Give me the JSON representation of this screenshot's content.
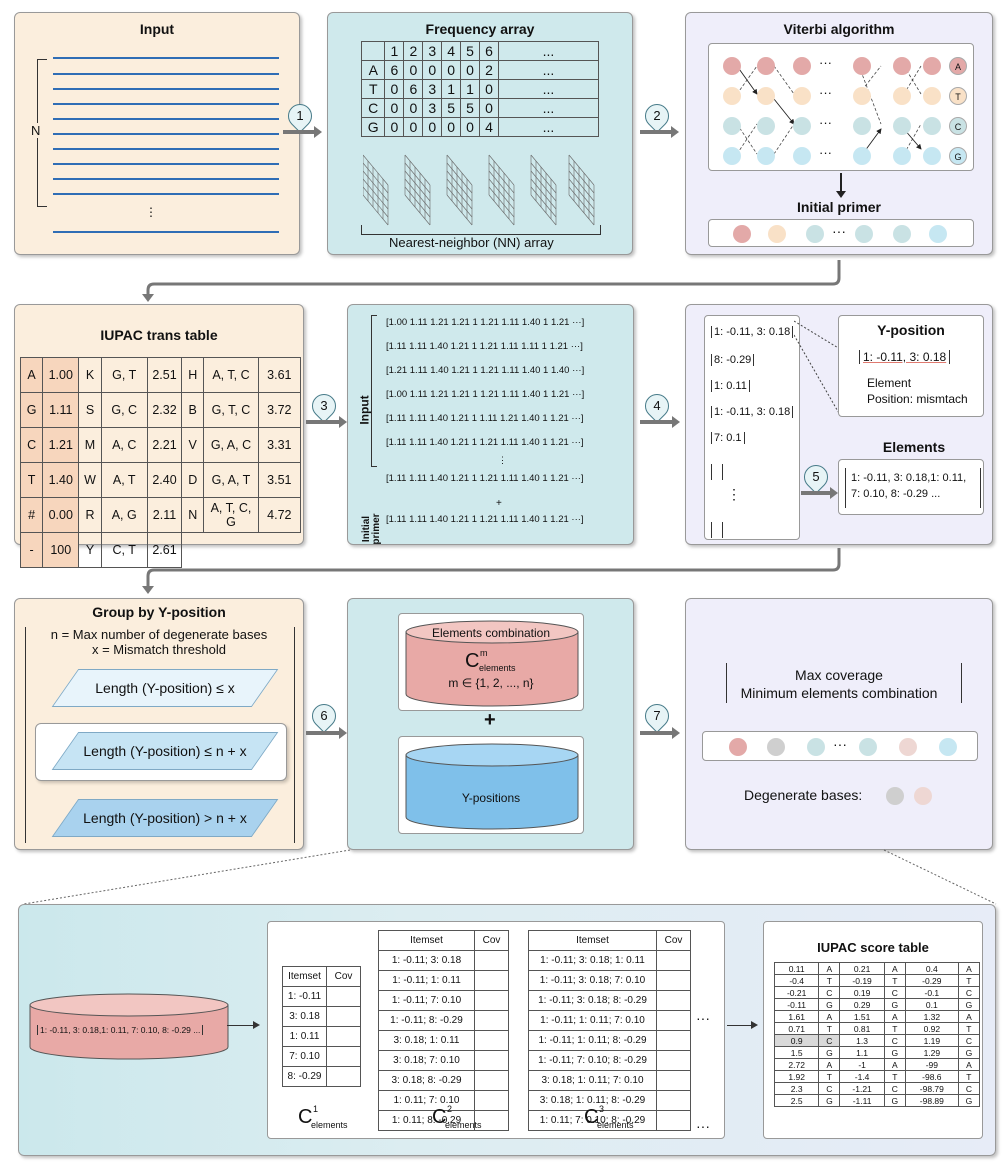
{
  "input": {
    "title": "Input",
    "n_label": "N",
    "dots": "⋮"
  },
  "freq": {
    "title": "Frequency array",
    "header": [
      "",
      "1",
      "2",
      "3",
      "4",
      "5",
      "6",
      "..."
    ],
    "rows": [
      [
        "A",
        "6",
        "0",
        "0",
        "0",
        "0",
        "2",
        "..."
      ],
      [
        "T",
        "0",
        "6",
        "3",
        "1",
        "1",
        "0",
        "..."
      ],
      [
        "C",
        "0",
        "0",
        "3",
        "5",
        "5",
        "0",
        "..."
      ],
      [
        "G",
        "0",
        "0",
        "0",
        "0",
        "0",
        "4",
        "..."
      ]
    ],
    "nn_label": "Nearest-neighbor (NN) array"
  },
  "viterbi": {
    "title": "Viterbi algorithm",
    "bases": [
      "A",
      "T",
      "C",
      "G"
    ],
    "ellipsis": "···",
    "initial_primer": "Initial primer"
  },
  "steps": [
    "1",
    "2",
    "3",
    "4",
    "5",
    "6",
    "7"
  ],
  "iupac": {
    "title": "IUPAC  trans table",
    "rows": [
      [
        "A",
        "1.00",
        "K",
        "G, T",
        "2.51",
        "H",
        "A, T, C",
        "3.61"
      ],
      [
        "G",
        "1.11",
        "S",
        "G, C",
        "2.32",
        "B",
        "G, T, C",
        "3.72"
      ],
      [
        "C",
        "1.21",
        "M",
        "A, C",
        "2.21",
        "V",
        "G, A, C",
        "3.31"
      ],
      [
        "T",
        "1.40",
        "W",
        "A, T",
        "2.40",
        "D",
        "G, A, T",
        "3.51"
      ],
      [
        "#",
        "0.00",
        "R",
        "A, G",
        "2.11",
        "N",
        "A, T, C, G",
        "4.72"
      ],
      [
        "-",
        "100",
        "Y",
        "C, T",
        "2.61",
        "",
        "",
        ""
      ]
    ]
  },
  "matrix": {
    "input_label": "Input",
    "primer_label": "Initial primer",
    "rows": [
      "1.00 1.11  1.21 1.21 1 1.21 1.11 1.40 1 1.21 ···",
      "1.11 1.11  1.40 1.21 1 1.21 1.11 1.11 1 1.21 ···",
      "1.21 1.11  1.40 1.21 1 1.21 1.11 1.40 1 1.40 ···",
      "1.00 1.11  1.21 1.21 1 1.21 1.11 1.40 1 1.21 ···",
      "1.11 1.11  1.40 1.21 1 1.11 1.21 1.40 1 1.21 ···",
      "1.11 1.11  1.40 1.21 1 1.21 1.11 1.40 1 1.21 ···",
      "1.11 1.11  1.40 1.21 1 1.21 1.11 1.40 1 1.21 ···"
    ],
    "primer_row": "1.11 1.11  1.40 1.21 1 1.21 1.11 1.40 1 1.21 ···",
    "vdots": "⋮",
    "plus": "+"
  },
  "ypos": {
    "list": [
      "1: -0.11, 3: 0.18",
      "8: -0.29",
      "1: 0.11",
      "1: -0.11, 3: 0.18",
      "7: 0.1"
    ],
    "title": "Y-position",
    "example": "1:  -0.11,  3:  0.18",
    "element": "Element",
    "position": "Position: mismtach",
    "elements_title": "Elements",
    "elements_line1": "1: -0.11, 3: 0.18,1: 0.11,",
    "elements_line2": "7: 0.10, 8: -0.29 ..."
  },
  "group": {
    "title": "Group by Y-position",
    "n_def": "n = Max number of degenerate bases",
    "x_def": "x = Mismatch threshold",
    "items": [
      "Length (Y-position) ≤ x",
      "Length (Y-position) ≤ n + x",
      "Length (Y-position) > n + x"
    ]
  },
  "comb": {
    "elements_label": "Elements combination",
    "c": "C",
    "sup": "m",
    "sub": "elements",
    "m_set": "m ∈ {1, 2, ..., n}",
    "plus": "+",
    "ypos_label": "Y-positions"
  },
  "result": {
    "line1": "Max coverage",
    "line2": "Minimum elements combination",
    "degenerate": "Degenerate bases:",
    "ellipsis": "···"
  },
  "bottom": {
    "cyl_text": "1: -0.11, 3: 0.18,1: 0.11, 7: 0.10, 8: -0.29 ...",
    "t1": {
      "head": [
        "Itemset",
        "Cov"
      ],
      "rows": [
        "1: -0.11",
        "3: 0.18",
        "1: 0.11",
        "7: 0.10",
        "8: -0.29"
      ],
      "sup": "1"
    },
    "t2": {
      "head": [
        "Itemset",
        "Cov"
      ],
      "rows": [
        "1: -0.11; 3: 0.18",
        "1: -0.11; 1: 0.11",
        "1: -0.11; 7: 0.10",
        "1: -0.11; 8: -0.29",
        "3: 0.18; 1: 0.11",
        "3: 0.18; 7: 0.10",
        "3: 0.18; 8: -0.29",
        "1: 0.11; 7: 0.10",
        "1: 0.11; 8: -0.29"
      ],
      "sup": "2"
    },
    "t3": {
      "head": [
        "Itemset",
        "Cov"
      ],
      "rows": [
        "1: -0.11; 3: 0.18; 1: 0.11",
        "1: -0.11; 3: 0.18; 7: 0.10",
        "1: -0.11; 3: 0.18; 8: -0.29",
        "1: -0.11; 1: 0.11; 7: 0.10",
        "1: -0.11; 1: 0.11; 8: -0.29",
        "1: -0.11; 7: 0.10; 8: -0.29",
        "3: 0.18; 1: 0.11; 7: 0.10",
        "3: 0.18; 1: 0.11; 8: -0.29",
        "1: 0.11; 7: 0.10; 8: -0.29"
      ],
      "sup": "3"
    },
    "c": "C",
    "sub": "elements",
    "ellipsis": "···",
    "score_title": "IUPAC  score table",
    "score": [
      [
        "0.11",
        "A",
        "0.21",
        "A",
        "0.4",
        "A"
      ],
      [
        "-0.4",
        "T",
        "-0.19",
        "T",
        "-0.29",
        "T"
      ],
      [
        "-0.21",
        "C",
        "0.19",
        "C",
        "-0.1",
        "C"
      ],
      [
        "-0.11",
        "G",
        "0.29",
        "G",
        "0.1",
        "G"
      ],
      [
        "1.61",
        "A",
        "1.51",
        "A",
        "1.32",
        "A"
      ],
      [
        "0.71",
        "T",
        "0.81",
        "T",
        "0.92",
        "T"
      ],
      [
        "0.9",
        "C",
        "1.3",
        "C",
        "1.19",
        "C"
      ],
      [
        "1.5",
        "G",
        "1.1",
        "G",
        "1.29",
        "G"
      ],
      [
        "2.72",
        "A",
        "-1",
        "A",
        "-99",
        "A"
      ],
      [
        "1.92",
        "T",
        "-1.4",
        "T",
        "-98.6",
        "T"
      ],
      [
        "2.3",
        "C",
        "-1.21",
        "C",
        "-98.79",
        "C"
      ],
      [
        "2.5",
        "G",
        "-1.11",
        "G",
        "-98.89",
        "G"
      ]
    ]
  }
}
